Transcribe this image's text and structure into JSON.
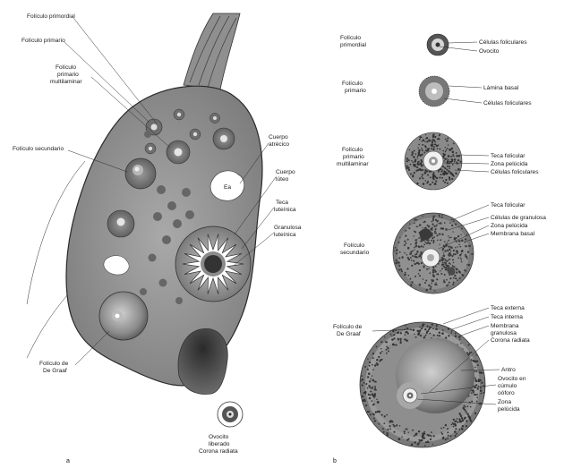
{
  "panel_a": {
    "marker": "a",
    "labels": {
      "primordial": "Folículo primordial",
      "primary": "Folículo primario",
      "primary_multi_1": "Folículo",
      "primary_multi_2": "primario",
      "primary_multi_3": "multilaminar",
      "secondary": "Folículo secundario",
      "atretic_1": "Cuerpo",
      "atretic_2": "atrécico",
      "yellow_1": "Cuerpo",
      "yellow_2": "lúteo",
      "theca_lut_1": "Teca",
      "theca_lut_2": "luteínica",
      "gran_lut_1": "Granulosa",
      "gran_lut_2": "luteínica",
      "graaf_1": "Folículo de",
      "graaf_2": "De Graaf",
      "ovulated_1": "Ovocito",
      "ovulated_2": "liberado",
      "ovulated_3": "Corona radiata"
    }
  },
  "panel_b": {
    "marker": "b",
    "stages": [
      {
        "title": [
          "Folículo",
          "primordial"
        ],
        "labels": [
          "Células foliculares",
          "Ovocito"
        ]
      },
      {
        "title": [
          "Folículo",
          "primario"
        ],
        "labels": [
          "Lámina basal",
          "Células foliculares"
        ]
      },
      {
        "title": [
          "Folículo",
          "primario",
          "multilaminar"
        ],
        "labels": [
          "Teca folicular",
          "Zona pelúcida",
          "Células foliculares"
        ]
      },
      {
        "title": [
          "Folículo",
          "secundario"
        ],
        "labels": [
          "Teca folicular",
          "Células de granulosa",
          "Zona pelúcida",
          "Membrana basal"
        ]
      },
      {
        "title": [
          "Folículo de",
          "De Graaf"
        ],
        "labels": [
          "Teca externa",
          "Teca interna",
          "Membrana",
          "granulosa",
          "Corona radiata",
          "Antro",
          "Ovocito en",
          "cúmulo",
          "oóforo",
          "Zona",
          "pelúcida"
        ]
      }
    ]
  }
}
